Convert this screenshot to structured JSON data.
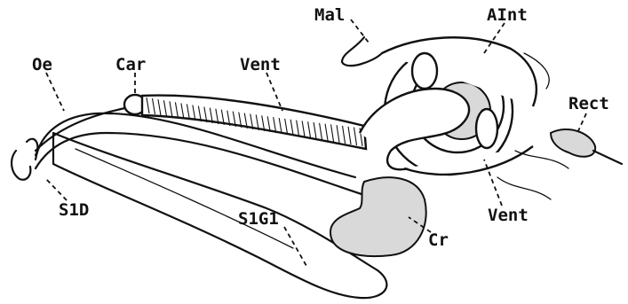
{
  "labels": {
    "mal": "Mal",
    "aint": "AInt",
    "oe": "Oe",
    "car": "Car",
    "vent_upper": "Vent",
    "rect": "Rect",
    "sid": "S1D",
    "sigi": "S1G1",
    "vent_lower": "Vent",
    "cr": "Cr"
  }
}
